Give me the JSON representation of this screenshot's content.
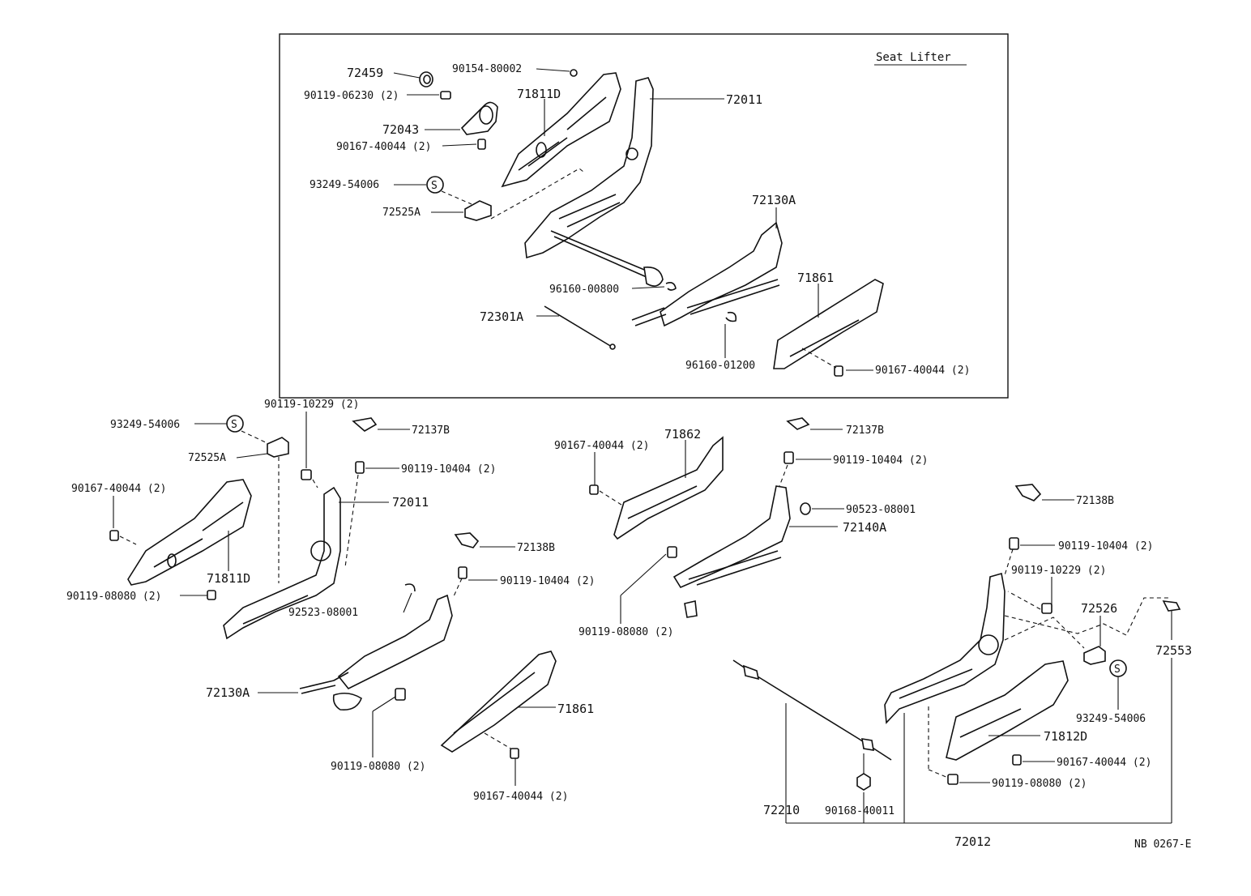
{
  "box": {
    "title": "Seat Lifter",
    "labels": {
      "l72459": "72459",
      "l90154": "90154-80002",
      "l90119_06230": "90119-06230 (2)",
      "l71811D": "71811D",
      "l72011": "72011",
      "l72043": "72043",
      "l90167a": "90167-40044 (2)",
      "l93249": "93249-54006",
      "l72525A": "72525A",
      "l72130A": "72130A",
      "l96160_00800": "96160-00800",
      "l71861": "71861",
      "l72301A": "72301A",
      "l96160_01200": "96160-01200",
      "l90167b": "90167-40044 (2)"
    }
  },
  "left": {
    "labels": {
      "l90119_10229": "90119-10229 (2)",
      "l93249": "93249-54006",
      "l72137B": "72137B",
      "l72525A": "72525A",
      "l90119_10404a": "90119-10404 (2)",
      "l90167a": "90167-40044 (2)",
      "l72011": "72011",
      "l72138B": "72138B",
      "l71811D": "71811D",
      "l90119_08080a": "90119-08080 (2)",
      "l90119_10404b": "90119-10404 (2)",
      "l92523": "92523-08001",
      "l72130A": "72130A",
      "l71861": "71861",
      "l90119_08080b": "90119-08080 (2)",
      "l90167b": "90167-40044 (2)"
    }
  },
  "right": {
    "labels": {
      "l72137B": "72137B",
      "l90167": "90167-40044 (2)",
      "l71862": "71862",
      "l90119_10404a": "90119-10404 (2)",
      "l90523": "90523-08001",
      "l72140A": "72140A",
      "l72138B": "72138B",
      "l90119_10404b": "90119-10404 (2)",
      "l90119_10229": "90119-10229 (2)",
      "l90119_08080a": "90119-08080 (2)",
      "l72526": "72526",
      "l72553": "72553",
      "l93249": "93249-54006",
      "l71812D": "71812D",
      "l90167b": "90167-40044 (2)",
      "l90119_08080b": "90119-08080 (2)",
      "l72210": "72210",
      "l90168": "90168-40011",
      "l72012": "72012",
      "code": "NB 0267-E"
    }
  },
  "symbols": {
    "s": "S"
  }
}
